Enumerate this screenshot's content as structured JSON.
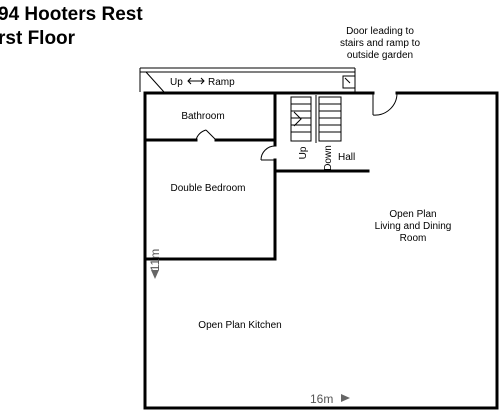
{
  "title": {
    "line1": "94 Hooters Rest",
    "line2": "rst Floor"
  },
  "labels": {
    "door_note": [
      "Door leading to",
      "stairs and ramp to",
      "outside garden"
    ],
    "ramp": "Ramp",
    "up_ramp": "Up",
    "bathroom": "Bathroom",
    "double_bedroom": "Double Bedroom",
    "open_plan_living": [
      "Open Plan",
      "Living and Dining",
      "Room"
    ],
    "open_plan_kitchen": "Open Plan Kitchen",
    "stairs_up": "Up",
    "stairs_down": "Down",
    "hall": "Hall"
  },
  "dimensions": {
    "width_label": "16m",
    "height_label": "11m"
  }
}
